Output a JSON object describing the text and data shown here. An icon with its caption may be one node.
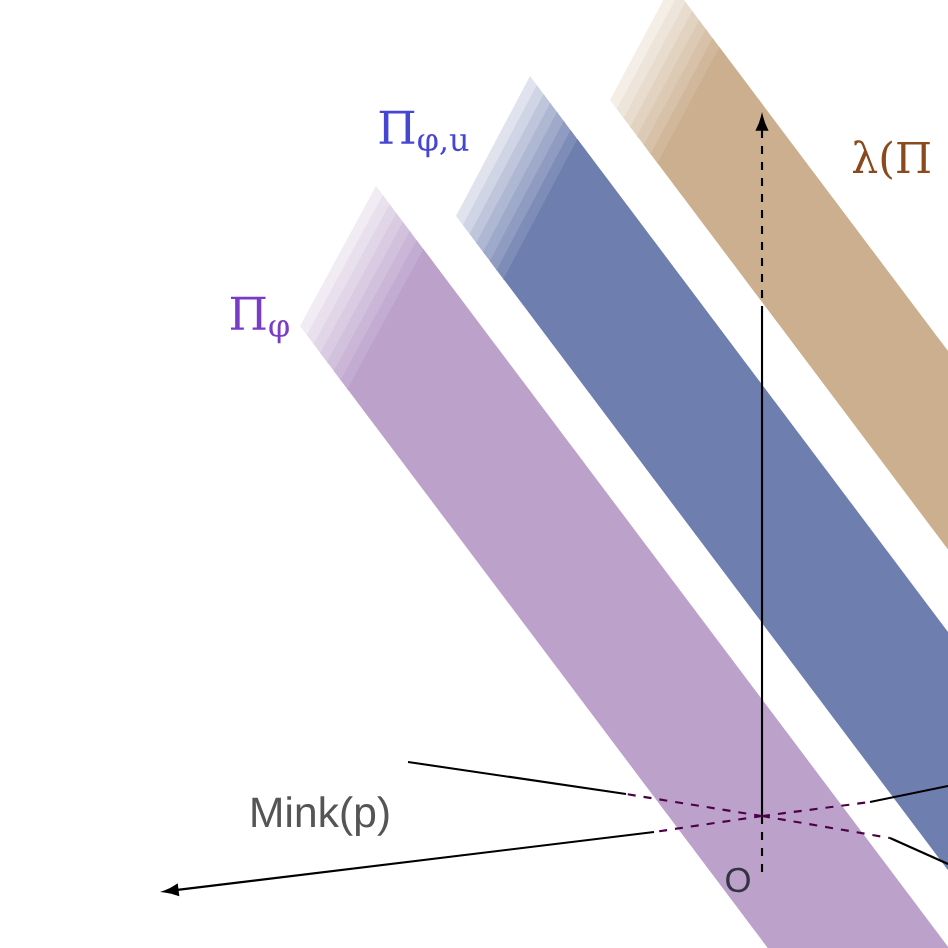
{
  "diagram": {
    "labels": [
      "Π$_{φ,u}$",
      "λ(Π",
      "Π$_{φ}$",
      "Mink(p)",
      "O"
    ]
  }
}
